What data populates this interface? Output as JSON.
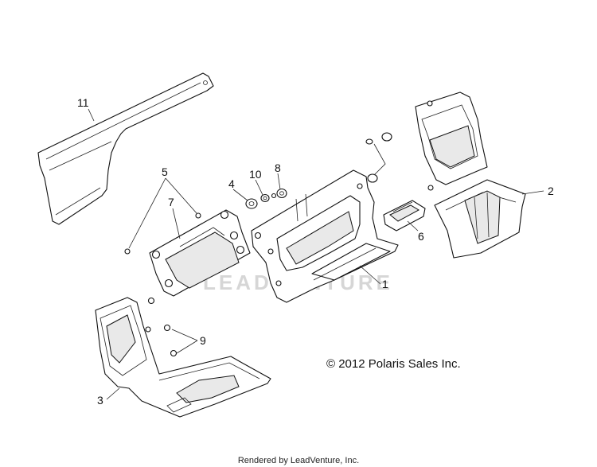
{
  "callouts": [
    {
      "id": "1",
      "label": "1"
    },
    {
      "id": "2",
      "label": "2"
    },
    {
      "id": "3",
      "label": "3"
    },
    {
      "id": "4",
      "label": "4"
    },
    {
      "id": "5",
      "label": "5"
    },
    {
      "id": "6",
      "label": "6"
    },
    {
      "id": "7",
      "label": "7"
    },
    {
      "id": "8",
      "label": "8"
    },
    {
      "id": "9",
      "label": "9"
    },
    {
      "id": "10",
      "label": "10"
    },
    {
      "id": "11",
      "label": "11"
    }
  ],
  "copyright": "© 2012 Polaris Sales Inc.",
  "watermark": "LEADVENTURE",
  "footer": "Rendered by LeadVenture, Inc."
}
